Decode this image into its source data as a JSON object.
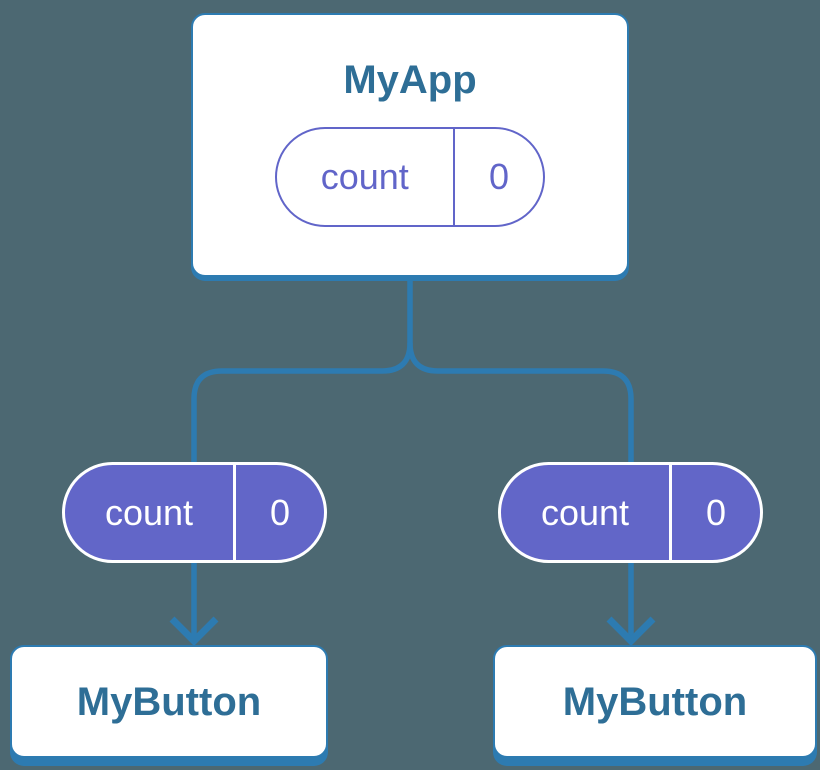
{
  "tree": {
    "root": {
      "label": "MyApp",
      "state": {
        "name": "count",
        "value": "0"
      }
    },
    "children": [
      {
        "label": "MyButton",
        "prop": {
          "name": "count",
          "value": "0"
        }
      },
      {
        "label": "MyButton",
        "prop": {
          "name": "count",
          "value": "0"
        }
      }
    ]
  },
  "colors": {
    "background": "#4C6872",
    "connector": "#2D7BB1",
    "node-border": "#2D7BB1",
    "node-text": "#2E6E96",
    "node-bg": "#FFFFFF",
    "pill-fill": "#6266C8",
    "pill-outline": "#6165C9",
    "pill-text-light": "#FFFFFF"
  }
}
